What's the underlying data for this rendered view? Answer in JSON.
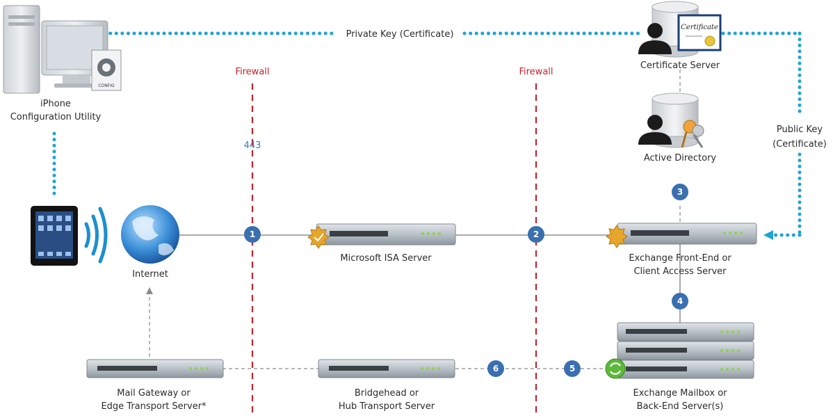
{
  "labels": {
    "private_key": "Private Key (Certificate)",
    "public_key_1": "Public Key",
    "public_key_2": "(Certificate)",
    "firewall_left": "Firewall",
    "firewall_right": "Firewall",
    "port": "443",
    "config_badge": "CONFIG",
    "certificate_badge": "Certificate"
  },
  "nodes": {
    "iphone_utility": [
      "iPhone",
      "Configuration Utility"
    ],
    "certificate_server": [
      "Certificate Server"
    ],
    "active_directory": [
      "Active Directory"
    ],
    "internet": [
      "Internet"
    ],
    "isa_server": [
      "Microsoft ISA Server"
    ],
    "exchange_front_end": [
      "Exchange Front-End or",
      "Client Access Server"
    ],
    "mail_gateway": [
      "Mail Gateway or",
      "Edge Transport Server*"
    ],
    "bridgehead": [
      "Bridgehead or",
      "Hub Transport Server"
    ],
    "exchange_mailbox": [
      "Exchange Mailbox or",
      "Back-End Server(s)"
    ]
  },
  "steps": [
    "1",
    "2",
    "3",
    "4",
    "5",
    "6"
  ],
  "colors": {
    "dotted_line": "#1ea3d6",
    "firewall": "#c8202a",
    "step_badge": "#3a6fb0",
    "port_text": "#3f78b4",
    "server_body": "#b7bfc6",
    "server_led": "#8fd14f",
    "connector": "#7a7a7a",
    "wifi_wave": "#1d8fd0"
  },
  "icons": [
    "desktop-computer-icon",
    "config-gear-icon",
    "database-user-icon",
    "certificate-icon",
    "keys-icon",
    "ipad-icon",
    "wifi-icon",
    "globe-icon",
    "rack-server-icon",
    "certificate-seal-icon",
    "sync-icon"
  ]
}
